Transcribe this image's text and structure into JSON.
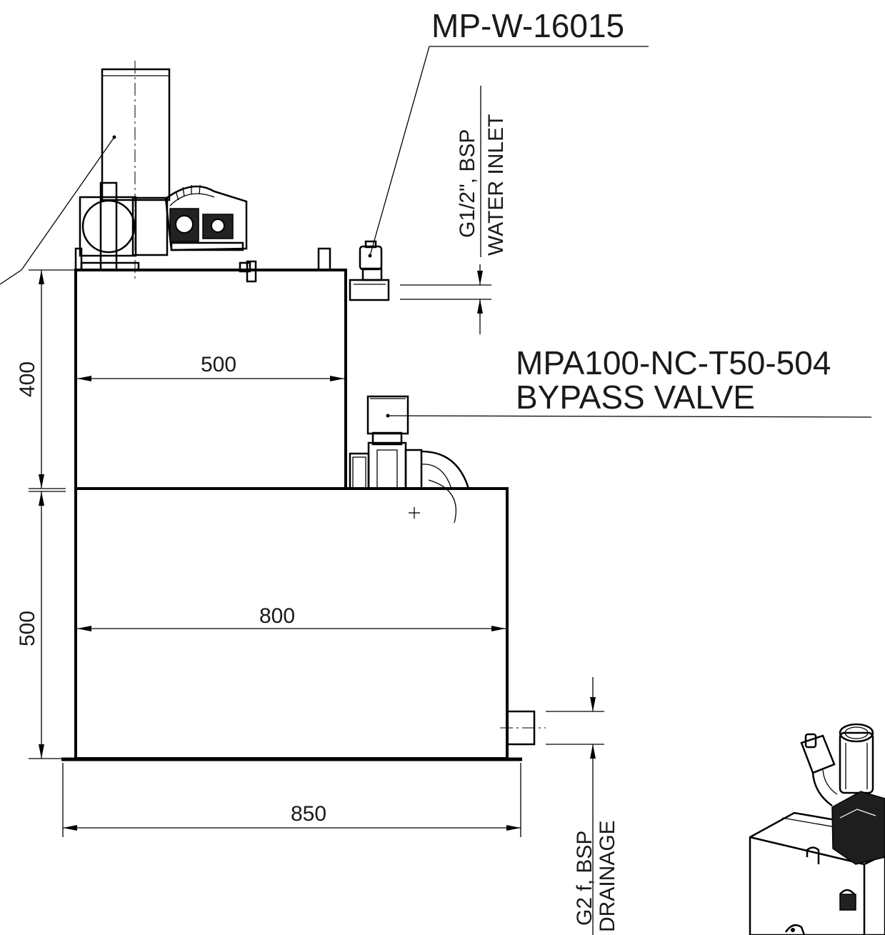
{
  "dimensions": {
    "upper_tank_height": "400",
    "lower_tank_height": "500",
    "upper_tank_width": "500",
    "lower_tank_width": "800",
    "base_width": "850"
  },
  "labels": {
    "pump_model": "MP-W-16015",
    "bypass_model": "MPA100-NC-T50-504",
    "bypass_name": "BYPASS VALVE"
  },
  "connections": {
    "water_inlet_size": "G1/2\", BSP",
    "water_inlet_name": "WATER INLET",
    "drainage_size": "G2 f, BSP",
    "drainage_name": "DRAINAGE"
  }
}
